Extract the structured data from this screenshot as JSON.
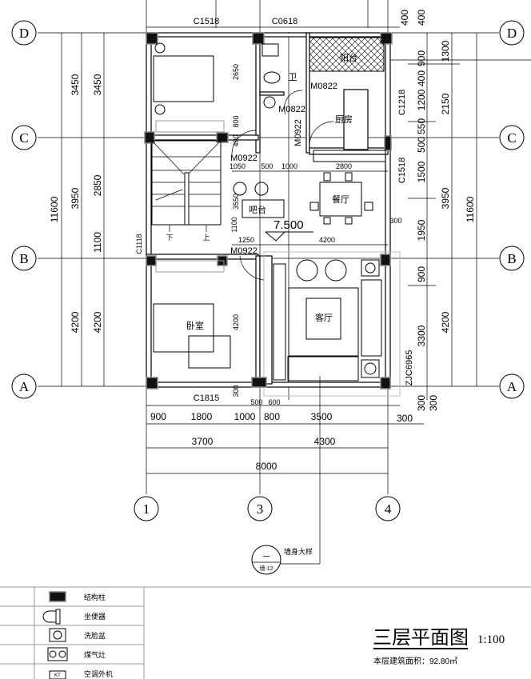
{
  "drawing": {
    "title": "三层平面图",
    "scale": "1:100",
    "area_note": "本层建筑面积：92.80㎡",
    "axes": {
      "rows": [
        "D",
        "C",
        "B",
        "A"
      ],
      "cols": [
        "1",
        "3",
        "4"
      ]
    },
    "rooms": {
      "balcony": "阳台",
      "wc": "卫",
      "kitchen": "厨房",
      "dining": "餐厅",
      "bar": "吧台",
      "bedroom": "卧室",
      "living": "客厅",
      "stair_down": "下",
      "stair_up": "上"
    },
    "openings": {
      "top_window_1": "C1518",
      "top_window_2": "C0618",
      "door_kitchen": "M0822",
      "door_wc": "M0822",
      "door_kitchen_side": "M0922",
      "door_bedroom_north": "M0922",
      "door_bedroom_south": "M0922",
      "right_window_1": "C1218",
      "right_window_2": "C1518",
      "right_door": "ZJC6965",
      "stair_window": "C1118",
      "bottom_window": "C1815"
    },
    "elevation": "7.500",
    "inner_dims": {
      "d2650": "2650",
      "d800": "800",
      "d400": "400",
      "d1050": "1050",
      "d500": "500",
      "d1000": "1000",
      "d2800": "2800",
      "d3550": "3550",
      "d1100": "1100",
      "d1250": "1250",
      "d4200": "4200",
      "d4200v": "4200",
      "d300": "300",
      "d300r": "300",
      "d500b": "500",
      "d600b": "600"
    },
    "top_dims": {
      "d400": "400"
    },
    "left_dims": {
      "outer": "11600",
      "mid": [
        "3450",
        "3950",
        "4200"
      ],
      "inner": [
        "3450",
        "2850",
        "1100",
        "4200"
      ]
    },
    "right_dims": {
      "inner": [
        "400",
        "900",
        "400",
        "1200",
        "550",
        "500",
        "1500",
        "1950",
        "900",
        "3300",
        "300"
      ],
      "mid": [
        "1300",
        "2150",
        "3950",
        "4200",
        "300"
      ],
      "outer": "11600"
    },
    "bottom_dims": {
      "row1": [
        "900",
        "1800",
        "1000",
        "800",
        "3500",
        "300"
      ],
      "row2": [
        "3700",
        "4300"
      ],
      "total": "8000"
    },
    "detail_marker": {
      "number": "一",
      "sheet": "墙-12",
      "label": "墙身大样"
    }
  },
  "legend": [
    {
      "icon": "structural-column-icon",
      "label": "结构柱"
    },
    {
      "icon": "toilet-icon",
      "label": "坐便器"
    },
    {
      "icon": "washbasin-icon",
      "label": "洗脸盆"
    },
    {
      "icon": "gas-stove-icon",
      "label": "煤气灶"
    },
    {
      "icon": "ac-unit-icon",
      "label": "空调外机",
      "tag": "KT"
    }
  ]
}
